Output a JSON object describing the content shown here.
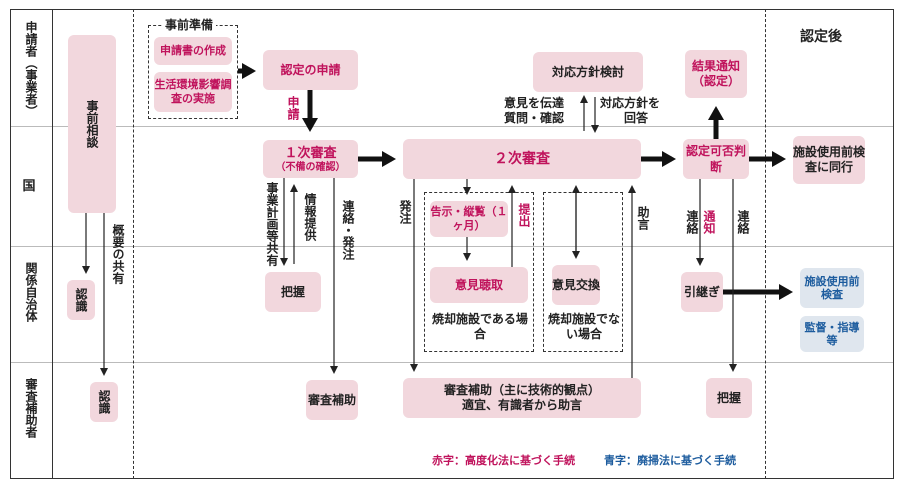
{
  "lanes": {
    "applicant": "申請者（事業者）",
    "country": "国",
    "municipality": "関係自治体",
    "review_assistant": "審査補助者"
  },
  "after_cert": "認定後",
  "boxes": {
    "prior_consult": "事前相談",
    "prep_title": "事前準備",
    "make_application": "申請書の作成",
    "env_survey": "生活環境影響調査の実施",
    "cert_application": "認定の申請",
    "policy_review": "対応方針検討",
    "result_notice": "結果通知（認定）",
    "first_review": "１次審査",
    "first_review_sub": "（不備の確認）",
    "second_review": "２次審査",
    "cert_judgment": "認定可否判断",
    "pre_use_inspection": "施設使用前検査に同行",
    "public_notice": "告示・縦覧（１ヶ月）",
    "opinion_hearing": "意見聴取",
    "opinion_exchange": "意見交換",
    "case_with_incinerator": "焼却施設である場合",
    "case_without_incinerator": "焼却施設でない場合",
    "recognition_muni": "認識",
    "grasp_muni": "把握",
    "handover": "引継ぎ",
    "muni_pre_use_inspection": "施設使用前検査",
    "supervision": "監督・指導等",
    "recognition_assist": "認識",
    "review_assist": "審査補助",
    "review_assist_main": "審査補助（主に技術的観点）",
    "review_assist_sub": "適宜、有識者から助言",
    "grasp_assist": "把握"
  },
  "labels": {
    "application": "申請",
    "convey_opinion": "意見を伝達",
    "question_confirm": "質問・確認",
    "reply_policy": "対応方針を",
    "reply": "回答",
    "share_plan": "事業計画等共有",
    "provide_info": "情報提供",
    "contact_order": "連絡・発注",
    "order": "発注",
    "submit": "提出",
    "advice": "助言",
    "contact1": "連絡",
    "notify": "通知",
    "contact2": "連絡",
    "share_outline": "概要の共有"
  },
  "legend": {
    "red": "赤字：高度化法に基づく手続",
    "blue": "青字：廃掃法に基づく手続"
  },
  "colors": {
    "box_pink": "#f2d7dd",
    "red_text": "#c0135c",
    "blue_text": "#1d5c9e",
    "box_blue": "#dfe6ee"
  }
}
